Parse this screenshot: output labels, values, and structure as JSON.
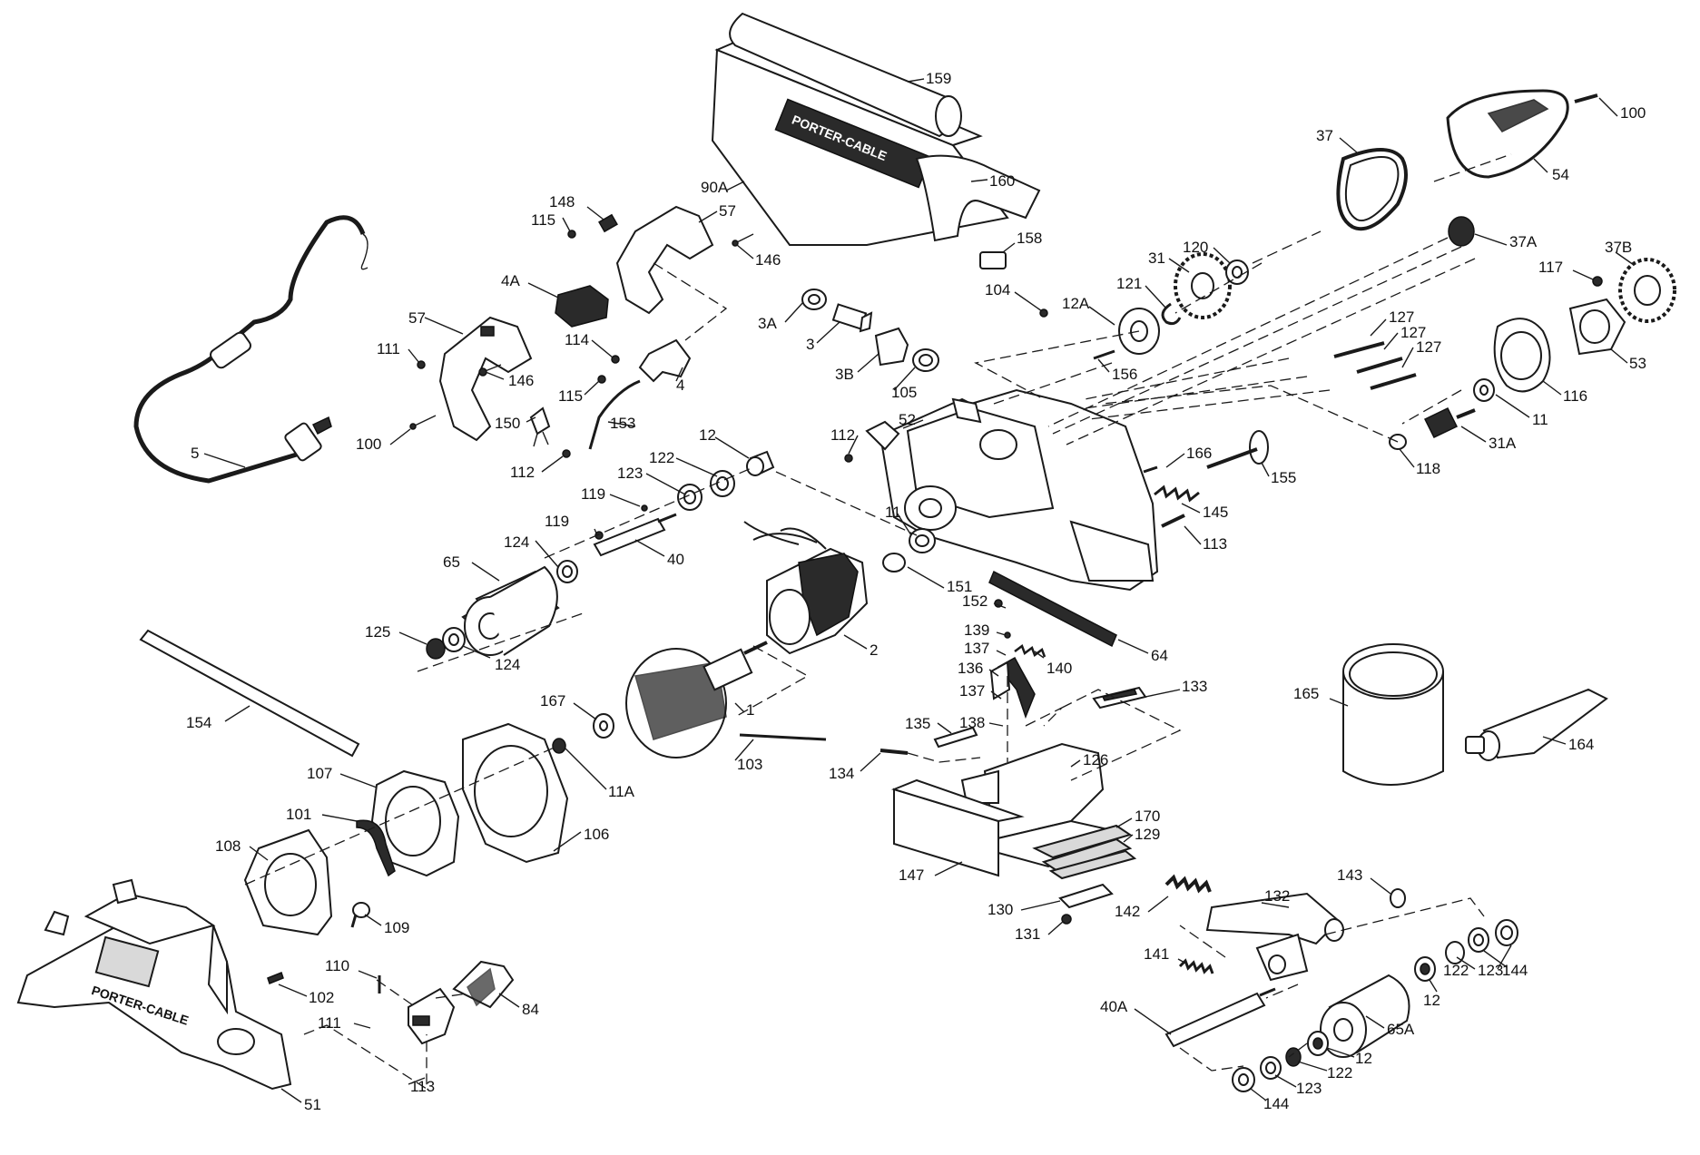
{
  "brand_text": "PORTER-CABLE",
  "callouts": [
    {
      "id": "c159",
      "text": "159"
    },
    {
      "id": "c160",
      "text": "160"
    },
    {
      "id": "c90a",
      "text": "90A"
    },
    {
      "id": "c158",
      "text": "158"
    },
    {
      "id": "c148",
      "text": "148"
    },
    {
      "id": "c115a",
      "text": "115"
    },
    {
      "id": "c57a",
      "text": "57"
    },
    {
      "id": "c146a",
      "text": "146"
    },
    {
      "id": "c4a",
      "text": "4A"
    },
    {
      "id": "c3a",
      "text": "3A"
    },
    {
      "id": "c3",
      "text": "3"
    },
    {
      "id": "c3b",
      "text": "3B"
    },
    {
      "id": "c105",
      "text": "105"
    },
    {
      "id": "c114",
      "text": "114"
    },
    {
      "id": "c4",
      "text": "4"
    },
    {
      "id": "c115b",
      "text": "115"
    },
    {
      "id": "c153",
      "text": "153"
    },
    {
      "id": "c150",
      "text": "150"
    },
    {
      "id": "c112a",
      "text": "112"
    },
    {
      "id": "c57b",
      "text": "57"
    },
    {
      "id": "c111a",
      "text": "111"
    },
    {
      "id": "c146b",
      "text": "146"
    },
    {
      "id": "c100a",
      "text": "100"
    },
    {
      "id": "c5",
      "text": "5"
    },
    {
      "id": "c104",
      "text": "104"
    },
    {
      "id": "c12a",
      "text": "12A"
    },
    {
      "id": "c121",
      "text": "121"
    },
    {
      "id": "c31",
      "text": "31"
    },
    {
      "id": "c120",
      "text": "120"
    },
    {
      "id": "c37",
      "text": "37"
    },
    {
      "id": "c54",
      "text": "54"
    },
    {
      "id": "c100b",
      "text": "100"
    },
    {
      "id": "c37a",
      "text": "37A"
    },
    {
      "id": "c37b",
      "text": "37B"
    },
    {
      "id": "c117",
      "text": "117"
    },
    {
      "id": "c156",
      "text": "156"
    },
    {
      "id": "c127a",
      "text": "127"
    },
    {
      "id": "c127b",
      "text": "127"
    },
    {
      "id": "c127c",
      "text": "127"
    },
    {
      "id": "c53",
      "text": "53"
    },
    {
      "id": "c116",
      "text": "116"
    },
    {
      "id": "c11a",
      "text": "11"
    },
    {
      "id": "c31a",
      "text": "31A"
    },
    {
      "id": "c118",
      "text": "118"
    },
    {
      "id": "c52",
      "text": "52"
    },
    {
      "id": "c112b",
      "text": "112"
    },
    {
      "id": "c12b",
      "text": "12"
    },
    {
      "id": "c122a",
      "text": "122"
    },
    {
      "id": "c123a",
      "text": "123"
    },
    {
      "id": "c119a",
      "text": "119"
    },
    {
      "id": "c119b",
      "text": "119"
    },
    {
      "id": "c40",
      "text": "40"
    },
    {
      "id": "c124a",
      "text": "124"
    },
    {
      "id": "c65",
      "text": "65"
    },
    {
      "id": "c125",
      "text": "125"
    },
    {
      "id": "c124b",
      "text": "124"
    },
    {
      "id": "c11b",
      "text": "11"
    },
    {
      "id": "c166",
      "text": "166"
    },
    {
      "id": "c155",
      "text": "155"
    },
    {
      "id": "c145",
      "text": "145"
    },
    {
      "id": "c113a",
      "text": "113"
    },
    {
      "id": "c151",
      "text": "151"
    },
    {
      "id": "c2",
      "text": "2"
    },
    {
      "id": "c64",
      "text": "64"
    },
    {
      "id": "c152",
      "text": "152"
    },
    {
      "id": "c139",
      "text": "139"
    },
    {
      "id": "c137a",
      "text": "137"
    },
    {
      "id": "c136",
      "text": "136"
    },
    {
      "id": "c140",
      "text": "140"
    },
    {
      "id": "c137b",
      "text": "137"
    },
    {
      "id": "c133",
      "text": "133"
    },
    {
      "id": "c138",
      "text": "138"
    },
    {
      "id": "c135",
      "text": "135"
    },
    {
      "id": "c126",
      "text": "126"
    },
    {
      "id": "c134",
      "text": "134"
    },
    {
      "id": "c154",
      "text": "154"
    },
    {
      "id": "c167",
      "text": "167"
    },
    {
      "id": "c1",
      "text": "1"
    },
    {
      "id": "c103",
      "text": "103"
    },
    {
      "id": "c11c",
      "text": "11A"
    },
    {
      "id": "c107",
      "text": "107"
    },
    {
      "id": "c101",
      "text": "101"
    },
    {
      "id": "c106",
      "text": "106"
    },
    {
      "id": "c108",
      "text": "108"
    },
    {
      "id": "c109",
      "text": "109"
    },
    {
      "id": "c170",
      "text": "170"
    },
    {
      "id": "c129",
      "text": "129"
    },
    {
      "id": "c147",
      "text": "147"
    },
    {
      "id": "c130",
      "text": "130"
    },
    {
      "id": "c131",
      "text": "131"
    },
    {
      "id": "c165",
      "text": "165"
    },
    {
      "id": "c164",
      "text": "164"
    },
    {
      "id": "c143",
      "text": "143"
    },
    {
      "id": "c142",
      "text": "142"
    },
    {
      "id": "c132",
      "text": "132"
    },
    {
      "id": "c141",
      "text": "141"
    },
    {
      "id": "c144a",
      "text": "144"
    },
    {
      "id": "c122b",
      "text": "122"
    },
    {
      "id": "c123b",
      "text": "123"
    },
    {
      "id": "c12c",
      "text": "12"
    },
    {
      "id": "c40a",
      "text": "40A"
    },
    {
      "id": "c65a",
      "text": "65A"
    },
    {
      "id": "c12d",
      "text": "12"
    },
    {
      "id": "c122c",
      "text": "122"
    },
    {
      "id": "c123c",
      "text": "123"
    },
    {
      "id": "c144b",
      "text": "144"
    },
    {
      "id": "c110",
      "text": "110"
    },
    {
      "id": "c102",
      "text": "102"
    },
    {
      "id": "c84",
      "text": "84"
    },
    {
      "id": "c111b",
      "text": "111"
    },
    {
      "id": "c113b",
      "text": "113"
    },
    {
      "id": "c51",
      "text": "51"
    }
  ]
}
